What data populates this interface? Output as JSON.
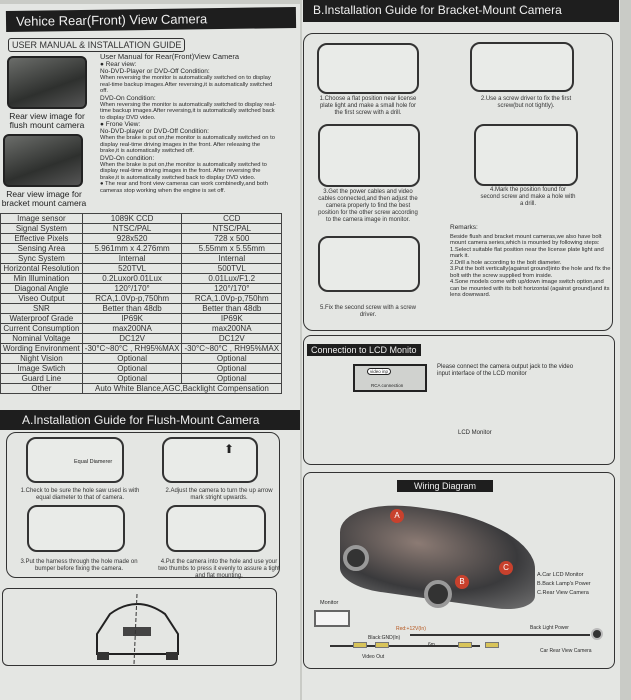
{
  "left": {
    "title": "Vehice Rear(Front) View Camera",
    "subtitle": "USER MANUAL & INSTALLATION GUIDE",
    "img1_caption": "Rear view image for flush mount camera",
    "img2_caption": "Rear view image for bracket mount camera",
    "manual_title": "User Manual for Rear(Front)View Camera",
    "rear_view": "● Rear view:",
    "rear_no_dvd": "No-DVD-Player or DVD-Off Condition:",
    "rear_no_dvd_text": "When reversing the monitor is automatically switched on to display real-time backup images.After reversing,it is automatically switched off.",
    "rear_dvd_on": "DVD-On Condition:",
    "rear_dvd_on_text": "When reversing the monitor is automatically switched to display real-time backup images.After reversing,it is automatically switched back to display DVD video.",
    "front_view": "● Frone View:",
    "front_no_dvd": "No-DVD-player or DVD-Off Condition:",
    "front_no_dvd_text": "When the brake is put on,the monitor is automatically switched on to display real-time driving images in the front. After releasing the brake,it is automatically switched off.",
    "front_dvd_on": "DVD-On condition:",
    "front_dvd_on_text": "When the brake is put on,the monitor is automatically switched to display real-time driving images in the front. After reversing the brake,it is automatically switched back to display DVD video.",
    "combined": "● The rear and front view cameras can work combinedly,and both cameras stop working when the engine is set off."
  },
  "specs": [
    [
      "Image sensor",
      "1089K CCD",
      "CCD"
    ],
    [
      "Signal System",
      "NTSC/PAL",
      "NTSC/PAL"
    ],
    [
      "Effective Pixels",
      "928x520",
      "728 x 500"
    ],
    [
      "Sensing Area",
      "5.961mm x 4.276mm",
      "5.55mm x 5.55mm"
    ],
    [
      "Sync System",
      "Internal",
      "Internal"
    ],
    [
      "Horizontal Resolution",
      "520TVL",
      "500TVL"
    ],
    [
      "Min Illumination",
      "0.2Luxor0.01Lux",
      "0.01Lux/F1.2"
    ],
    [
      "Diagonal Angle",
      "120°/170°",
      "120°/170°"
    ],
    [
      "Viseo Output",
      "RCA,1.0Vp-p,750hm",
      "RCA,1.0Vp-p,750hm"
    ],
    [
      "SNR",
      "Better than 48db",
      "Better than 48db"
    ],
    [
      "Waterproof Grade",
      "IP69K",
      "IP69K"
    ],
    [
      "Current Consumption",
      "max200NA",
      "max200NA"
    ],
    [
      "Nominal Voltage",
      "DC12V",
      "DC12V"
    ],
    [
      "Wording Environment",
      "-30°C~80°C , RH95%MAX",
      "-30°C~80°C , RH95%MAX"
    ],
    [
      "Night Vision",
      "Optional",
      "Optional"
    ],
    [
      "Image Swtich",
      "Optional",
      "Optional"
    ],
    [
      "Guard Line",
      "Optional",
      "Optional"
    ]
  ],
  "specs_other": {
    "label": "Other",
    "value": "Auto White Blance,AGC,Backlight Compensation"
  },
  "flush": {
    "title": "A.Installation Guide for Flush-Mount Camera",
    "equal_diameter": "Equal Diamerer",
    "steps": [
      "1.Check to be sure the hole saw used is with equal diameter to that of camera.",
      "2.Adjust the camera to turn the up arrow mark stright upwards.",
      "3.Put the harness through the hole made on bumper before fixing the camera.",
      "4.Put the camera into the hole and use your two thumbs to press it evenly to assure a tight and flat mounting."
    ]
  },
  "bracket": {
    "title": "B.Installation Guide for Bracket-Mount Camera",
    "steps": [
      "1.Choose a flat position near license plate light and make a small hole for the first screw with a drill.",
      "2.Use a screw driver to fix the first screw(but not tightly).",
      "3.Get the power cables and video cables connected,and then adjust the camera properly to find the best position for the other screw according to the camera image in monitor.",
      "4.Mark the position found for second screw and make a hole with a drill.",
      "5.Fix the second screw with a screw driver."
    ],
    "remarks_title": "Remarks:",
    "remarks": [
      "Beside flush and bracket mount cameras,we also have bolt mount camera series,which is mounted by following steps:",
      "1.Select suitable flat position near the license plate light and mark it.",
      "2.Drill a hole according to the bolt diameter.",
      "3.Put the bolt vertically(against ground)into the hole and fix the bolt with the screw supplied from inside.",
      "4.Sone models come with up/down image switch option,and can be mounted with its bolt horizontal (against ground)and its lens downward."
    ]
  },
  "connection": {
    "title": "Connection to LCD Monito",
    "video_in": "video inp",
    "rca": "RCA connection",
    "text": "Please connect the camera output jack to the video input interface of the LCD monitor",
    "lcd_label": "LCD Monitor"
  },
  "wiring": {
    "title": "Wiring Diagram",
    "markers": [
      "A",
      "B",
      "C"
    ],
    "legend": [
      "A.Car LCD Monitor",
      "B.Back Lamp's Power",
      "C.Rear View Camera"
    ],
    "monitor": "Monitor",
    "red": "Red:+12V(In)",
    "black": "Black:GND(In)",
    "length": "6m",
    "video_out": "Video Out",
    "back_light": "Back Light Power",
    "camera": "Car Rear View Camera"
  }
}
